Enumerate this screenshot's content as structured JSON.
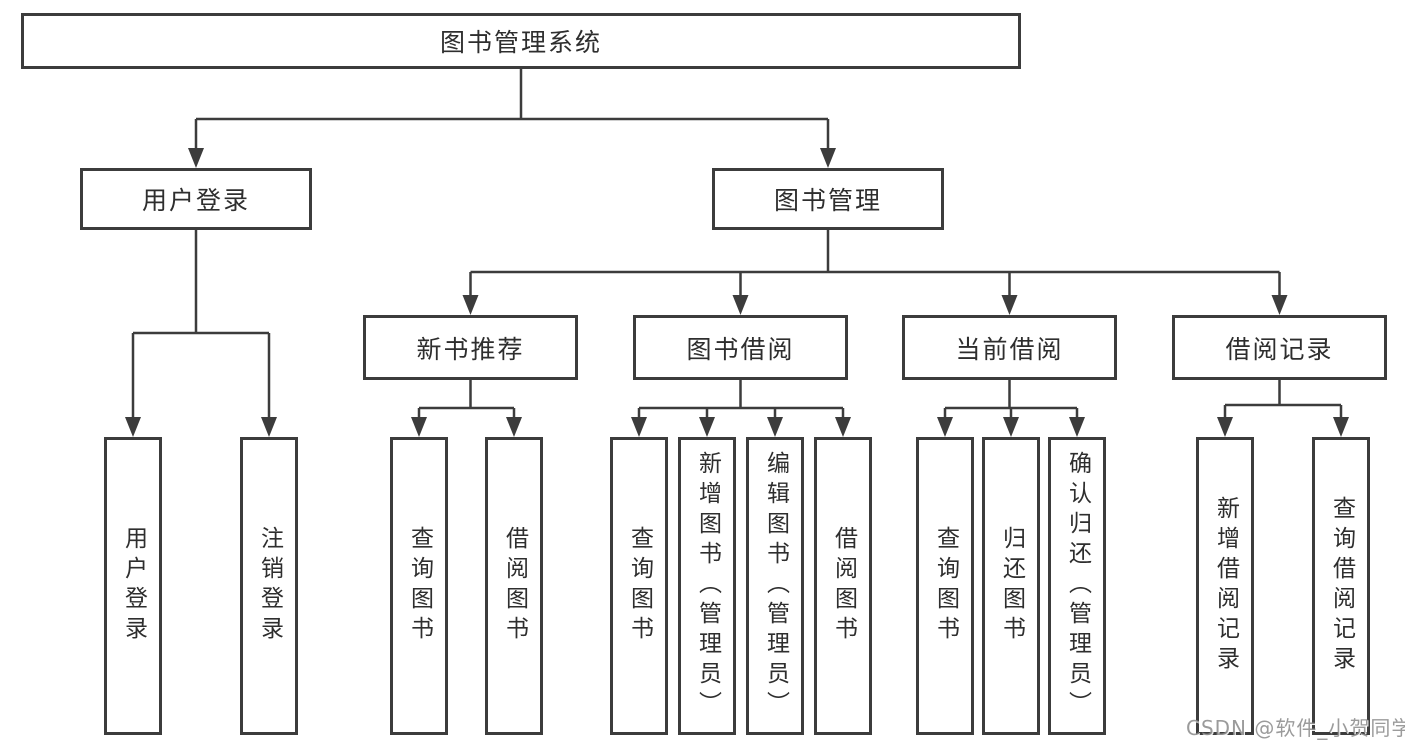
{
  "diagram": {
    "root": {
      "label": "图书管理系统"
    },
    "level2": [
      {
        "id": "user-login",
        "label": "用户登录"
      },
      {
        "id": "book-management",
        "label": "图书管理"
      }
    ],
    "level3": [
      {
        "id": "new-book-recommend",
        "label": "新书推荐"
      },
      {
        "id": "book-borrow",
        "label": "图书借阅"
      },
      {
        "id": "current-borrow",
        "label": "当前借阅"
      },
      {
        "id": "borrow-records",
        "label": "借阅记录"
      }
    ],
    "leaves": {
      "user_login": [
        {
          "label": "用户登录"
        },
        {
          "label": "注销登录"
        }
      ],
      "new_book_recommend": [
        {
          "label": "查询图书"
        },
        {
          "label": "借阅图书"
        }
      ],
      "book_borrow": [
        {
          "label": "查询图书"
        },
        {
          "label": "新增图书（管理员）"
        },
        {
          "label": "编辑图书（管理员）"
        },
        {
          "label": "借阅图书"
        }
      ],
      "current_borrow": [
        {
          "label": "查询图书"
        },
        {
          "label": "归还图书"
        },
        {
          "label": "确认归还（管理员）"
        }
      ],
      "borrow_records": [
        {
          "label": "新增借阅记录"
        },
        {
          "label": "查询借阅记录"
        }
      ]
    },
    "watermark": "CSDN @软件_小贺同学",
    "colors": {
      "line": "#3c3c3c",
      "text": "#2e2e2e",
      "watermark": "#8a8a8a",
      "background": "#ffffff"
    }
  }
}
